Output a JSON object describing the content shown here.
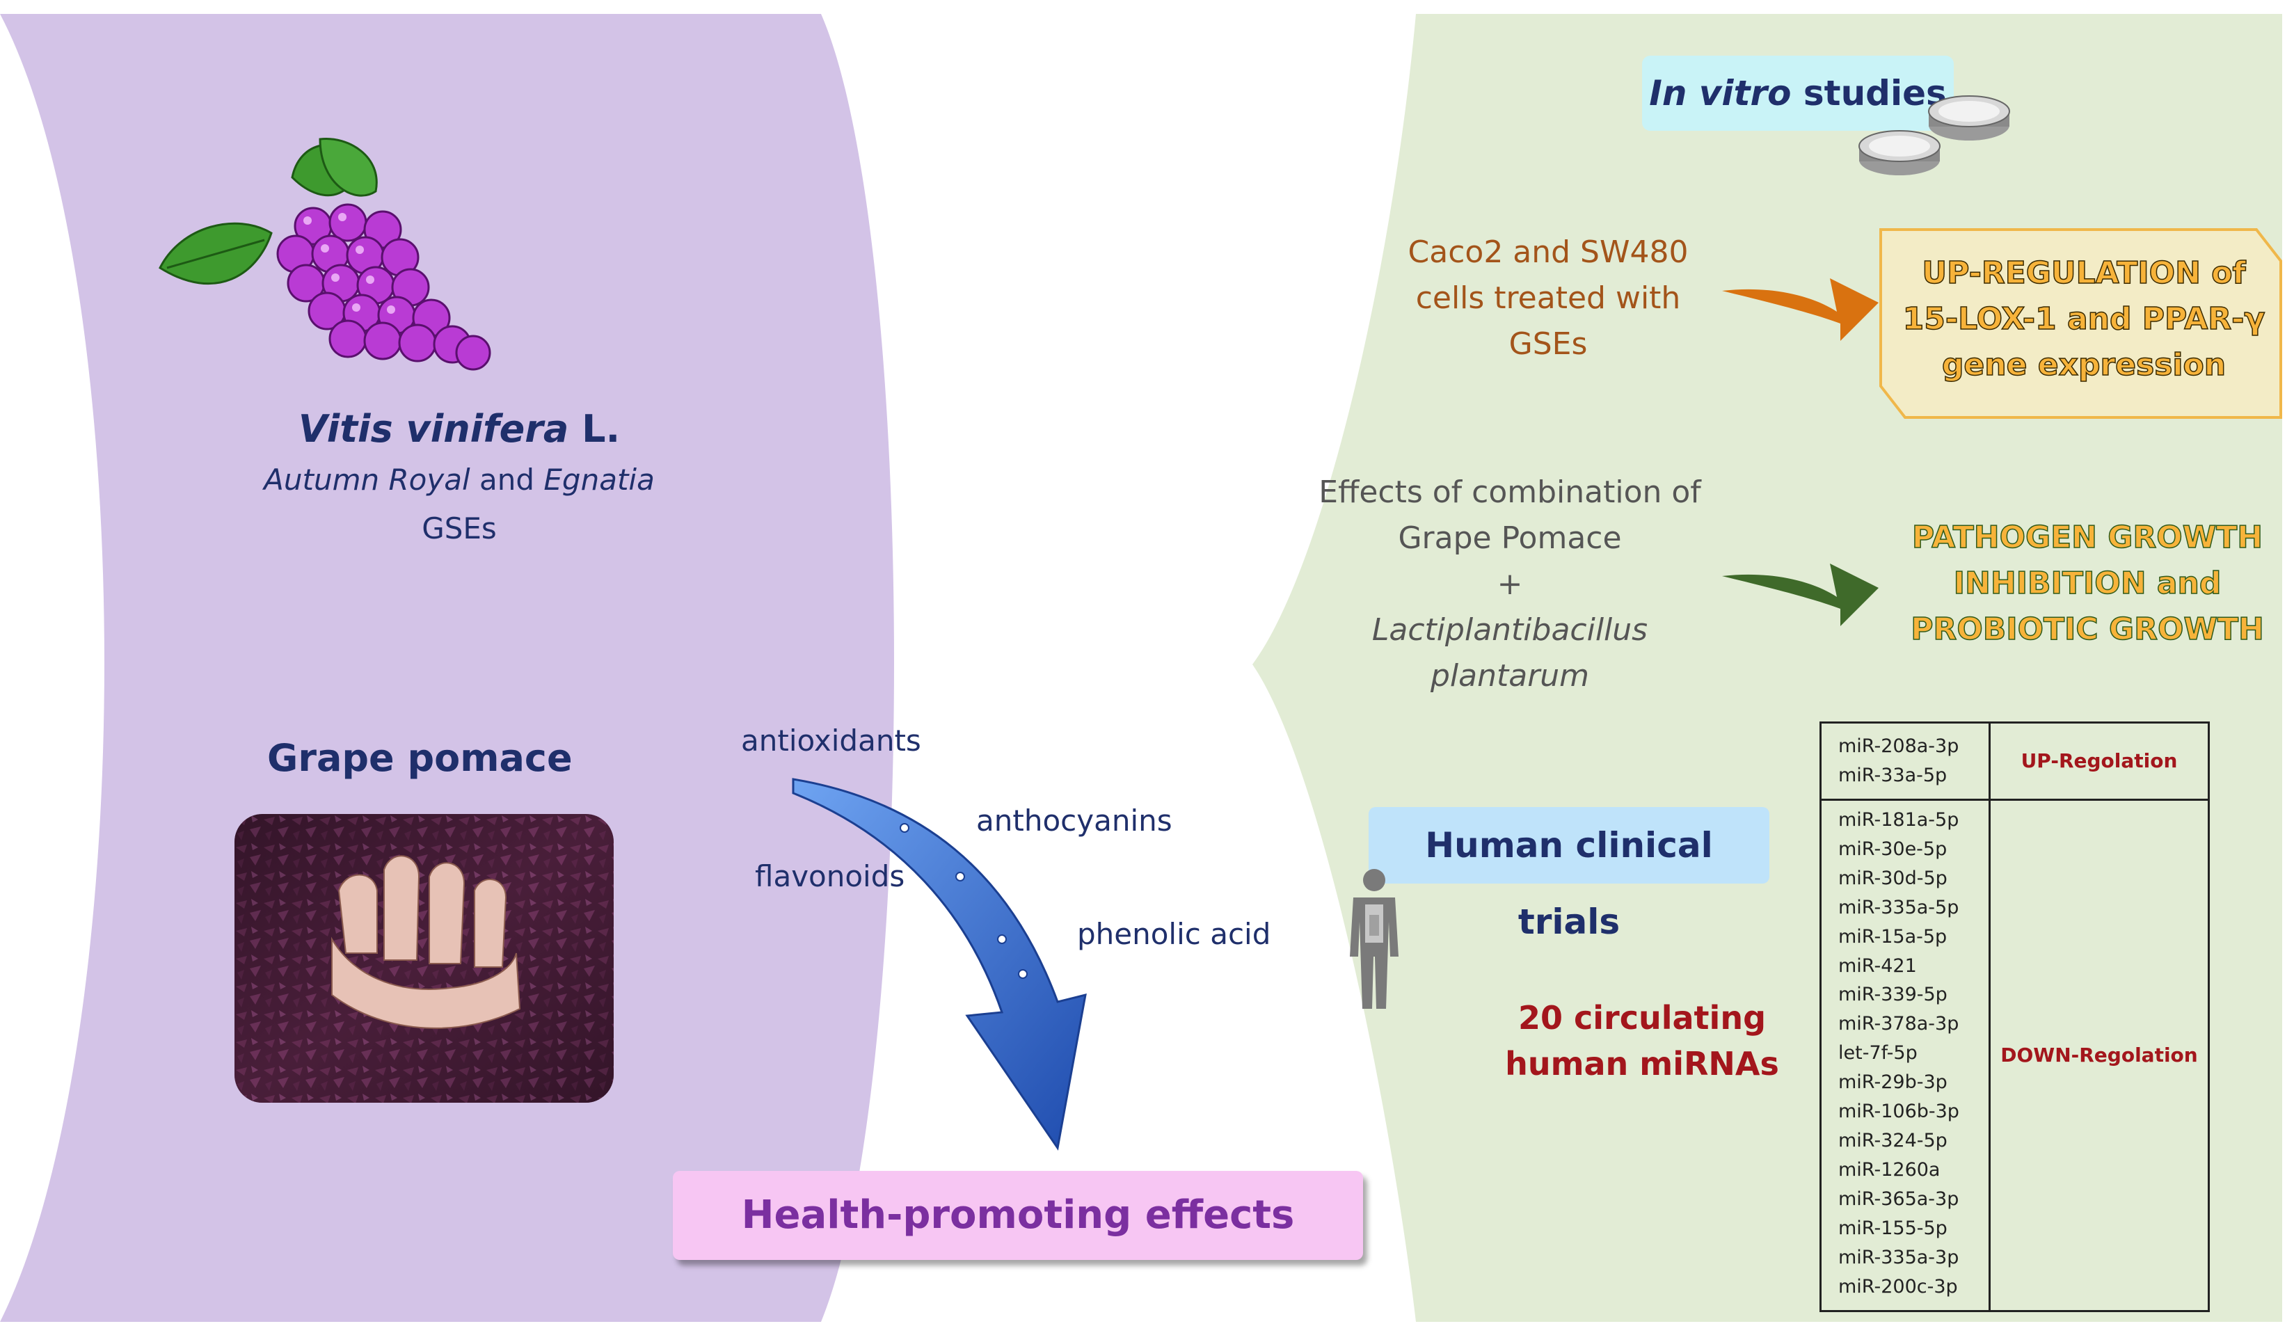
{
  "left": {
    "species_name": "Vitis vinifera",
    "species_suffix": "L.",
    "cultivar_1": "Autumn Royal",
    "cultivar_joiner": "and",
    "cultivar_2": "Egnatia",
    "extract": "GSEs",
    "pomace_label": "Grape pomace"
  },
  "compounds": {
    "antioxidants": "antioxidants",
    "anthocyanins": "anthocyanins",
    "flavonoids": "flavonoids",
    "phenolic_acid": "phenolic acid"
  },
  "outcome": "Health-promoting effects",
  "in_vitro": {
    "title_italic": "In vitro",
    "title_rest": "studies",
    "study1": {
      "lines": [
        "Caco2 and SW480",
        "cells treated with",
        "GSEs"
      ],
      "result": [
        "UP-REGULATION of",
        "15-LOX-1 and PPAR-γ",
        "gene expression"
      ]
    },
    "study2": {
      "lines": [
        "Effects of combination of",
        "Grape Pomace",
        "+"
      ],
      "species_lines": [
        "Lactiplantibacillus",
        "plantarum"
      ],
      "result": [
        "PATHOGEN GROWTH",
        "INHIBITION and",
        "PROBIOTIC GROWTH"
      ]
    }
  },
  "clinical": {
    "title": "Human clinical trials",
    "mirna_count_lines": [
      "20 circulating",
      "human miRNAs"
    ],
    "up_mirnas": [
      "miR-208a-3p",
      "miR-33a-5p"
    ],
    "up_label": "UP-Regolation",
    "down_mirnas": [
      "miR-181a-5p",
      "miR-30e-5p",
      "miR-30d-5p",
      "miR-335a-5p",
      "miR-15a-5p",
      "miR-421",
      "miR-339-5p",
      "miR-378a-3p",
      "let-7f-5p",
      "miR-29b-3p",
      "miR-106b-3p",
      "miR-324-5p",
      "miR-1260a",
      "miR-365a-3p",
      "miR-155-5p",
      "miR-335a-3p",
      "miR-200c-3p"
    ],
    "down_label": "DOWN-Regolation"
  },
  "colors": {
    "left_panel": "#d3c3e7",
    "right_panel": "#e2ecd5",
    "grape": "#b93bd4",
    "leaf": "#3e9a2e",
    "orange_arrow": "#d97210",
    "green_arrow": "#3f6a2a",
    "blue_arrow": "#2a5bc8",
    "dark_red": "#a3161c",
    "navy": "#1f2f6b",
    "purple_text": "#7b2fa0",
    "pink_box": "#f7c6f3",
    "cyan_box": "#c9f3f7",
    "light_blue_box": "#bfe3fa",
    "yellow_fill": "#f7b33a"
  }
}
